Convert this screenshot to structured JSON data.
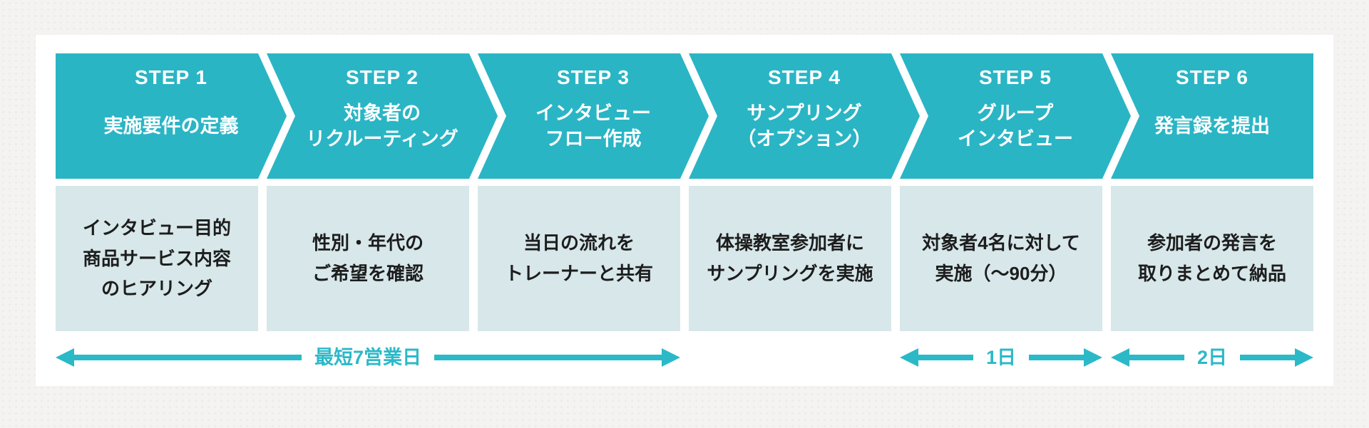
{
  "diagram": {
    "steps": [
      {
        "label": "STEP 1",
        "title": "実施要件の定義",
        "description": "インタビュー目的\n商品サービス内容\nのヒアリング"
      },
      {
        "label": "STEP 2",
        "title": "対象者の\nリクルーティング",
        "description": "性別・年代の\nご希望を確認"
      },
      {
        "label": "STEP 3",
        "title": "インタビュー\nフロー作成",
        "description": "当日の流れを\nトレーナーと共有"
      },
      {
        "label": "STEP 4",
        "title": "サンプリング\n（オプション）",
        "description": "体操教室参加者に\nサンプリングを実施"
      },
      {
        "label": "STEP 5",
        "title": "グループ\nインタビュー",
        "description": "対象者4名に対して\n実施（～90分）"
      },
      {
        "label": "STEP 6",
        "title": "発言録を提出",
        "description": "参加者の発言を\n取りまとめて納品"
      }
    ],
    "timelines": [
      {
        "label": "最短7営業日",
        "covers": "STEP 1〜STEP 3"
      },
      {
        "label": "1日",
        "covers": "STEP 5"
      },
      {
        "label": "2日",
        "covers": "STEP 6"
      }
    ],
    "colors": {
      "accent": "#2ab5c5",
      "arrow": "#2bb9c8",
      "cell": "#d7e7ea",
      "card": "#ffffff",
      "page": "#f4f3f1",
      "text_dark": "#1d1d1d"
    }
  }
}
